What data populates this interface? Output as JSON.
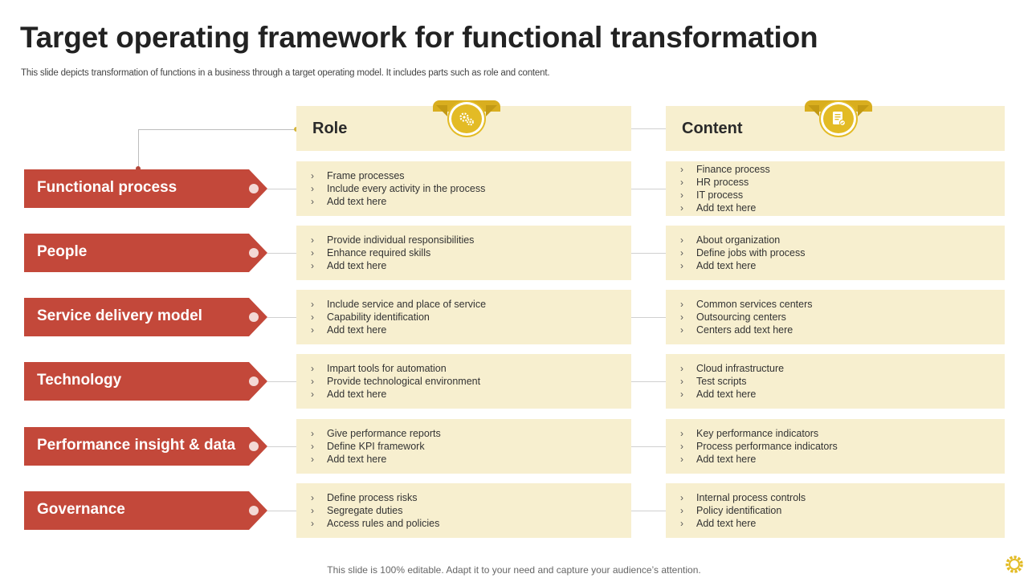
{
  "title": "Target operating framework for functional transformation",
  "subtitle": "This slide depicts transformation of functions in a business through a target operating model. It includes parts such as role and content.",
  "headers": {
    "role": "Role",
    "content": "Content",
    "role_icon": "gears-icon",
    "content_icon": "document-icon"
  },
  "bullet_glyph": "›",
  "colors": {
    "label_red": "#c3483a",
    "box_cream": "#f7efcf",
    "badge_gold": "#e3bb25"
  },
  "rows": [
    {
      "label": "Functional process",
      "role": [
        "Frame processes",
        "Include every activity in the process",
        "Add text here"
      ],
      "content": [
        "Finance process",
        "HR process",
        "IT process",
        "Add text here"
      ]
    },
    {
      "label": "People",
      "role": [
        "Provide individual responsibilities",
        "Enhance required skills",
        "Add text here"
      ],
      "content": [
        "About organization",
        "Define jobs with process",
        "Add text here"
      ]
    },
    {
      "label": "Service delivery model",
      "role": [
        "Include service and place of service",
        "Capability identification",
        "Add text here"
      ],
      "content": [
        "Common services centers",
        "Outsourcing centers",
        "Centers add text here"
      ]
    },
    {
      "label": "Technology",
      "role": [
        "Impart tools for automation",
        "Provide technological environment",
        "Add text here"
      ],
      "content": [
        "Cloud infrastructure",
        "Test scripts",
        "Add text here"
      ]
    },
    {
      "label": "Performance insight & data",
      "role": [
        "Give performance reports",
        "Define KPI framework",
        "Add text here"
      ],
      "content": [
        "Key performance indicators",
        "Process performance indicators",
        "Add text here"
      ]
    },
    {
      "label": "Governance",
      "role": [
        "Define process risks",
        "Segregate duties",
        "Access rules and policies"
      ],
      "content": [
        "Internal process controls",
        "Policy identification",
        "Add text here"
      ]
    }
  ],
  "footer": "This slide is 100% editable. Adapt it to your need and capture your audience’s attention."
}
